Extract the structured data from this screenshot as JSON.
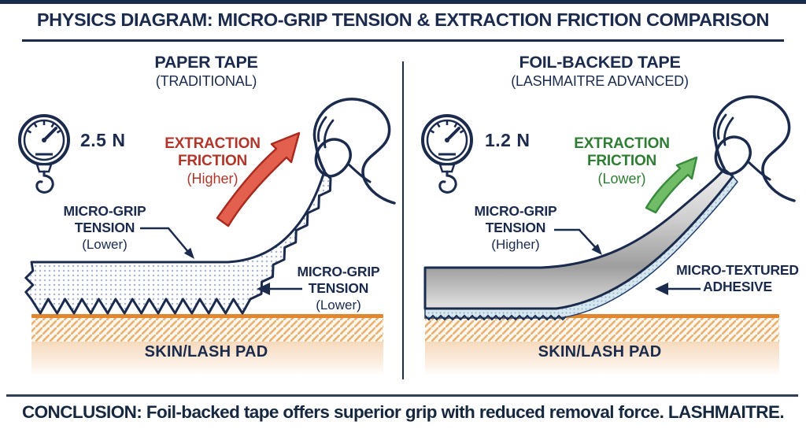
{
  "title": "PHYSICS DIAGRAM: MICRO-GRIP TENSION & EXTRACTION FRICTION COMPARISON",
  "panels": {
    "left": {
      "heading": "PAPER TAPE",
      "subheading": "(TRADITIONAL)",
      "force_value": "2.5 N",
      "extraction_label": {
        "line1": "EXTRACTION",
        "line2": "FRICTION",
        "qualifier": "(Higher)"
      },
      "microgrip_label_top": {
        "line1": "MICRO-GRIP",
        "line2": "TENSION",
        "qualifier": "(Lower)"
      },
      "microgrip_label_bottom": {
        "line1": "MICRO-GRIP",
        "line2": "TENSION",
        "qualifier": "(Lower)"
      },
      "surface_label": "SKIN/LASH PAD"
    },
    "right": {
      "heading": "FOIL-BACKED TAPE",
      "subheading": "(LASHMAITRE ADVANCED)",
      "force_value": "1.2 N",
      "extraction_label": {
        "line1": "EXTRACTION",
        "line2": "FRICTION",
        "qualifier": "(Lower)"
      },
      "microgrip_label": {
        "line1": "MICRO-GRIP",
        "line2": "TENSION",
        "qualifier": "(Higher)"
      },
      "adhesive_label": {
        "line1": "MICRO-TEXTURED",
        "line2": "ADHESIVE"
      },
      "surface_label": "SKIN/LASH PAD"
    }
  },
  "conclusion": {
    "prefix": "CONCLUSION:",
    "text": "Foil-backed tape offers superior grip with reduced removal force. LASHMAITRE."
  },
  "icons": {
    "gauge": "force-gauge-icon",
    "hand": "pinching-hand-icon"
  },
  "colors": {
    "navy": "#1b2b4d",
    "red": "#b2352a",
    "red-arrow": "#e4604e",
    "red-arrow-border": "#a92b1f",
    "green": "#2e7d33",
    "green-arrow": "#71bd67",
    "green-arrow-border": "#3a8a3e",
    "orange": "#e0872f"
  }
}
